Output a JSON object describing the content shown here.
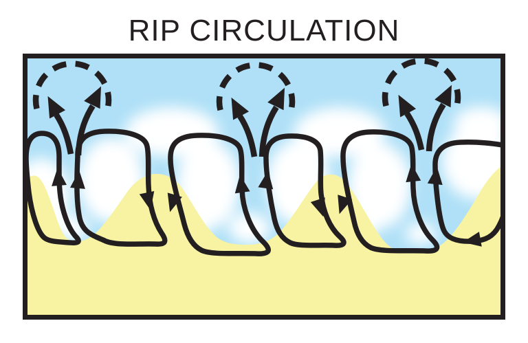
{
  "title": "RIP CIRCULATION",
  "diagram": {
    "subject": "rip-current-circulation-schematic",
    "circulation_cells": 6,
    "rip_channels": 3,
    "rip_heads": 3,
    "shoals": 2
  },
  "colors": {
    "background": "#FFFFFF",
    "water": "#AFE0F7",
    "foam": "#FFFFFF",
    "sand": "#F8F3A2",
    "ink": "#231F20"
  }
}
